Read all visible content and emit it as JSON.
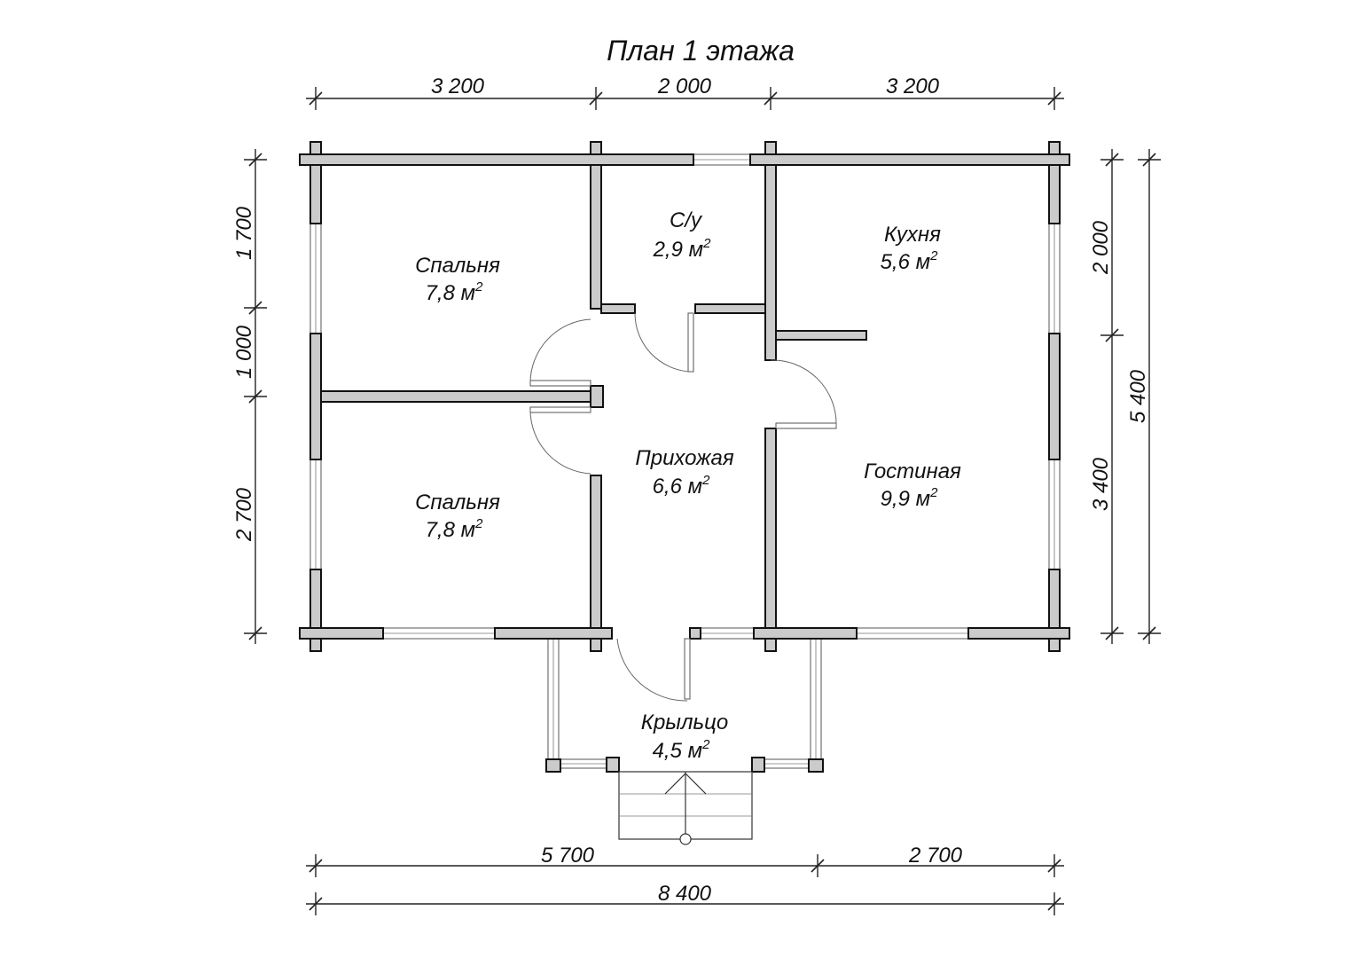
{
  "title": "План 1 этажа",
  "dimensions": {
    "top": [
      "3 200",
      "2 000",
      "3 200"
    ],
    "left": [
      "1 700",
      "1 000",
      "2 700"
    ],
    "right_inner": [
      "2 000",
      "3 400"
    ],
    "right_outer": "5 400",
    "bottom_inner": [
      "5 700",
      "2 700"
    ],
    "bottom_total": "8 400"
  },
  "rooms": [
    {
      "name": "Спальня",
      "area": "7,8 м",
      "sup": "2"
    },
    {
      "name": "С/у",
      "area": "2,9 м",
      "sup": "2"
    },
    {
      "name": "Кухня",
      "area": "5,6 м",
      "sup": "2"
    },
    {
      "name": "Прихожая",
      "area": "6,6 м",
      "sup": "2"
    },
    {
      "name": "Спальня",
      "area": "7,8 м",
      "sup": "2"
    },
    {
      "name": "Гостиная",
      "area": "9,9 м",
      "sup": "2"
    },
    {
      "name": "Крыльцо",
      "area": "4,5 м",
      "sup": "2"
    }
  ]
}
